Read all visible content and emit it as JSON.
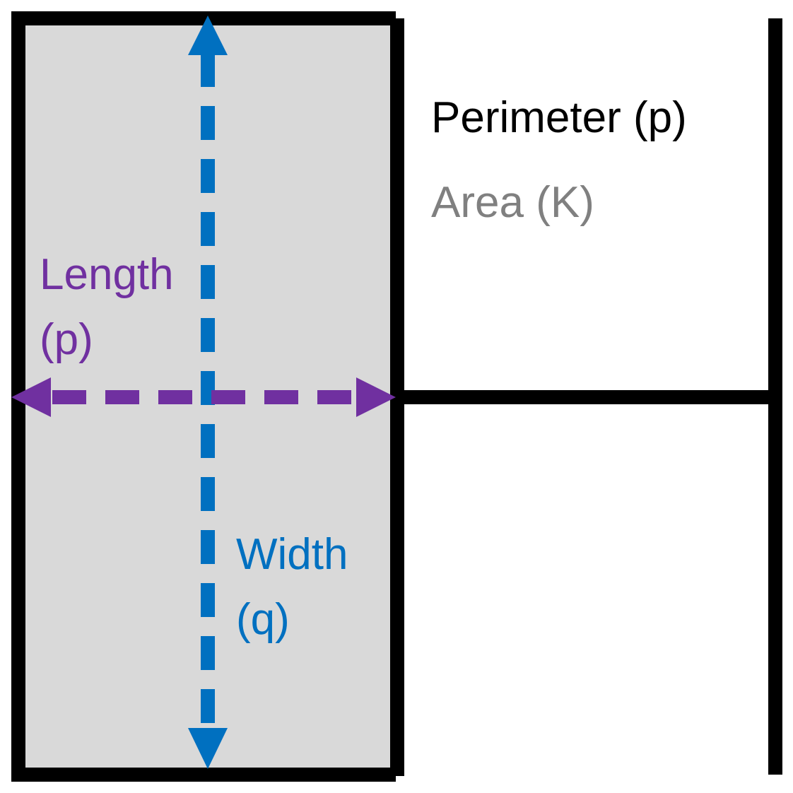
{
  "labels": {
    "perimeter": "Perimeter (p)",
    "area": "Area (K)",
    "length_word": "Length",
    "length_var": "(p)",
    "width_word": "Width",
    "width_var": "(q)"
  },
  "colors": {
    "perimeter_text": "#000000",
    "area_text": "#808080",
    "length": "#7030A0",
    "width": "#0070C0",
    "outline": "#000000",
    "rectangle_fill": "#D9D9D9",
    "background": "#FFFFFF"
  }
}
